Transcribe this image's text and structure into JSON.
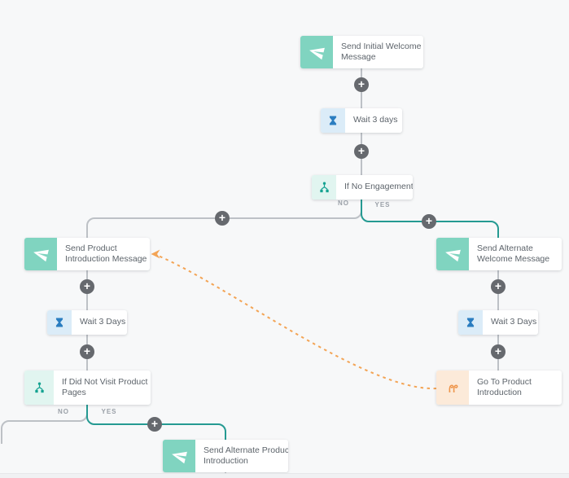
{
  "diagram": {
    "background_color": "#f7f8f9",
    "colors": {
      "connector_gray": "#bdc1c6",
      "connector_teal": "#259a92",
      "connector_orange_dashed": "#f3a455",
      "send_icon_bg": "#80d4c0",
      "wait_icon_bg": "#dbecf8",
      "wait_icon_glyph": "#2a7dc0",
      "condition_icon_bg": "#e1f5f0",
      "condition_icon_glyph": "#14a291",
      "goto_icon_bg": "#fcead9",
      "goto_icon_glyph": "#ee9449",
      "plus_button_bg": "#66696e",
      "node_text": "#5d646b"
    },
    "nodes": {
      "initial_welcome": {
        "label": "Send Initial Welcome\nMessage",
        "icon": "send-icon"
      },
      "wait_3_days_top": {
        "label": "Wait 3 days",
        "icon": "hourglass-icon"
      },
      "if_no_engagement": {
        "label": "If No Engagement",
        "icon": "branch-icon"
      },
      "product_intro": {
        "label": "Send Product\nIntroduction Message",
        "icon": "send-icon"
      },
      "alternate_welcome": {
        "label": "Send Alternate\nWelcome Message",
        "icon": "send-icon"
      },
      "wait_3_days_left": {
        "label": "Wait 3 Days",
        "icon": "hourglass-icon"
      },
      "wait_3_days_right": {
        "label": "Wait 3 Days",
        "icon": "hourglass-icon"
      },
      "if_not_visit": {
        "label": "If Did Not Visit Product\nPages",
        "icon": "branch-icon"
      },
      "goto_product_intro": {
        "label": "Go To Product\nIntroduction",
        "icon": "goto-icon"
      },
      "alternate_product_intro": {
        "label": "Send Alternate Product\nIntroduction",
        "icon": "send-icon"
      }
    },
    "branch_labels": {
      "no": "NO",
      "yes": "YES"
    },
    "plus_button": "+"
  }
}
